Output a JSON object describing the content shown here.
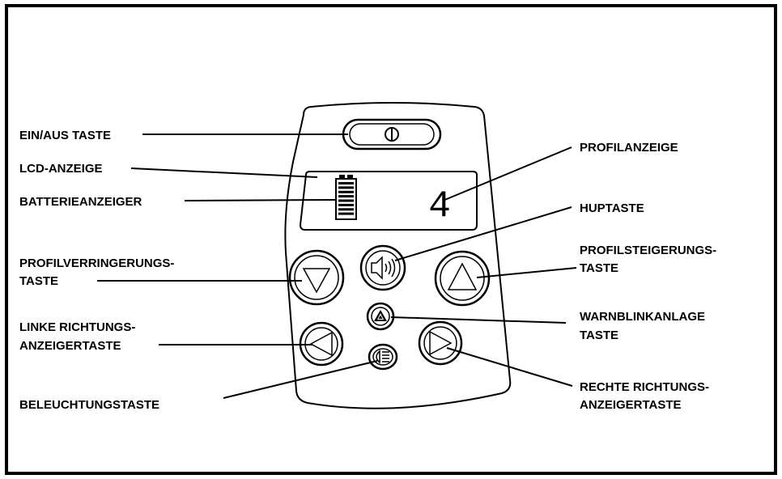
{
  "labels": {
    "power_button": "EIN/AUS TASTE",
    "lcd_display": "LCD-ANZEIGE",
    "battery_indicator": "BATTERIEANZEIGER",
    "profile_decrease_line1": "PROFILVERRINGERUNGS-",
    "profile_decrease_line2": "TASTE",
    "left_indicator_line1": "LINKE RICHTUNGS-",
    "left_indicator_line2": "ANZEIGERTASTE",
    "lighting_button": "BELEUCHTUNGSTASTE",
    "profile_display": "PROFILANZEIGE",
    "horn_button": "HUPTASTE",
    "profile_increase_line1": "PROFILSTEIGERUNGS-",
    "profile_increase_line2": "TASTE",
    "hazard_line1": "WARNBLINKANLAGE",
    "hazard_line2": "TASTE",
    "right_indicator_line1": "RECHTE RICHTUNGS-",
    "right_indicator_line2": "ANZEIGERTASTE"
  },
  "display": {
    "profile_digit": "4",
    "battery_bars": 8
  },
  "icons": {
    "power": "power-icon",
    "horn": "horn-icon",
    "down": "triangle-down-icon",
    "up": "triangle-up-icon",
    "hazard": "hazard-icon",
    "left": "triangle-left-icon",
    "right": "triangle-right-icon",
    "light": "headlight-icon"
  },
  "colors": {
    "ink": "#000000",
    "paper": "#ffffff"
  }
}
